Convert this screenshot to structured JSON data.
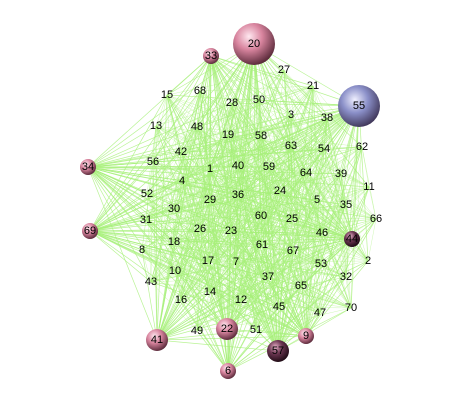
{
  "diagram": {
    "type": "network-graph",
    "edge_color": "#a8f07a",
    "hub_colors": {
      "pink": "#d9859f",
      "dark": "#6a3550",
      "blue": "#8a8fc8"
    },
    "nodes": [
      {
        "label": "20",
        "kind": "hub",
        "size": "large",
        "color": "pink"
      },
      {
        "label": "55",
        "kind": "hub",
        "size": "large",
        "color": "blue"
      },
      {
        "label": "33",
        "kind": "hub",
        "size": "small",
        "color": "pink"
      },
      {
        "label": "34",
        "kind": "hub",
        "size": "small",
        "color": "pink"
      },
      {
        "label": "69",
        "kind": "hub",
        "size": "small",
        "color": "pink"
      },
      {
        "label": "44",
        "kind": "hub",
        "size": "small",
        "color": "dark"
      },
      {
        "label": "41",
        "kind": "hub",
        "size": "medium",
        "color": "pink"
      },
      {
        "label": "22",
        "kind": "hub",
        "size": "medium",
        "color": "pink"
      },
      {
        "label": "57",
        "kind": "hub",
        "size": "medium",
        "color": "dark"
      },
      {
        "label": "9",
        "kind": "hub",
        "size": "small",
        "color": "pink"
      },
      {
        "label": "6",
        "kind": "hub",
        "size": "small",
        "color": "pink"
      },
      {
        "label": "27"
      },
      {
        "label": "21"
      },
      {
        "label": "68"
      },
      {
        "label": "15"
      },
      {
        "label": "28"
      },
      {
        "label": "50"
      },
      {
        "label": "3"
      },
      {
        "label": "38"
      },
      {
        "label": "13"
      },
      {
        "label": "48"
      },
      {
        "label": "19"
      },
      {
        "label": "58"
      },
      {
        "label": "63"
      },
      {
        "label": "54"
      },
      {
        "label": "62"
      },
      {
        "label": "42"
      },
      {
        "label": "56"
      },
      {
        "label": "1"
      },
      {
        "label": "40"
      },
      {
        "label": "59"
      },
      {
        "label": "64"
      },
      {
        "label": "39"
      },
      {
        "label": "4"
      },
      {
        "label": "24"
      },
      {
        "label": "11"
      },
      {
        "label": "52"
      },
      {
        "label": "29"
      },
      {
        "label": "36"
      },
      {
        "label": "5"
      },
      {
        "label": "35"
      },
      {
        "label": "30"
      },
      {
        "label": "60"
      },
      {
        "label": "25"
      },
      {
        "label": "66"
      },
      {
        "label": "31"
      },
      {
        "label": "26"
      },
      {
        "label": "23"
      },
      {
        "label": "46"
      },
      {
        "label": "18"
      },
      {
        "label": "61"
      },
      {
        "label": "67"
      },
      {
        "label": "8"
      },
      {
        "label": "2"
      },
      {
        "label": "17"
      },
      {
        "label": "7"
      },
      {
        "label": "53"
      },
      {
        "label": "10"
      },
      {
        "label": "37"
      },
      {
        "label": "32"
      },
      {
        "label": "43"
      },
      {
        "label": "65"
      },
      {
        "label": "14"
      },
      {
        "label": "16"
      },
      {
        "label": "12"
      },
      {
        "label": "45"
      },
      {
        "label": "47"
      },
      {
        "label": "70"
      },
      {
        "label": "49"
      },
      {
        "label": "51"
      }
    ]
  }
}
